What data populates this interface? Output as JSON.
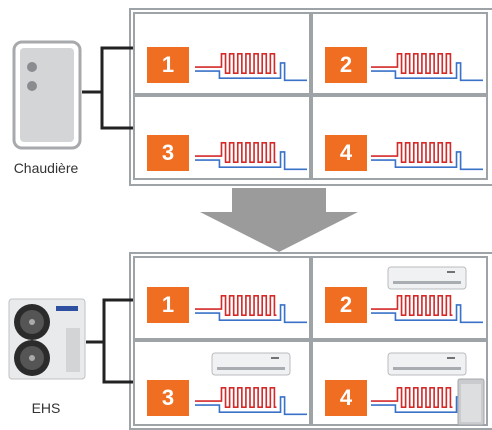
{
  "top": {
    "source_label": "Chaudière",
    "zones": [
      "1",
      "2",
      "3",
      "4"
    ]
  },
  "bottom": {
    "source_label": "EHS",
    "zones": [
      "1",
      "2",
      "3",
      "4"
    ],
    "ac_zones": [
      "2",
      "3",
      "4"
    ]
  },
  "colors": {
    "accent": "#f06e21",
    "border": "#9ea3a7",
    "pipe_hot": "#d42a2a",
    "pipe_cold": "#3a72c8",
    "arrow": "#9b9b9b",
    "connector": "#222222"
  },
  "icons": {
    "top_source": "boiler-icon",
    "bottom_source": "heat-pump-outdoor-unit-icon",
    "zone_emitter": "underfloor-heating-icon",
    "zone_extra": "wall-air-conditioner-icon",
    "transition": "down-arrow-icon"
  }
}
